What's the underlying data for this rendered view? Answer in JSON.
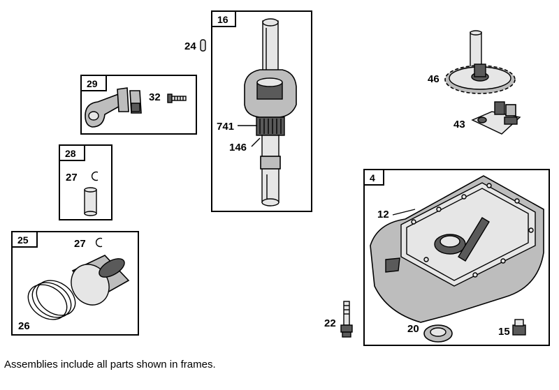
{
  "assemblies": [
    {
      "tag": "16",
      "name": "crankshaft"
    },
    {
      "tag": "29",
      "name": "connecting-rod"
    },
    {
      "tag": "28",
      "name": "piston-pin"
    },
    {
      "tag": "25",
      "name": "piston-rings"
    },
    {
      "tag": "4",
      "name": "sump"
    }
  ],
  "callouts": {
    "p24": "24",
    "p32": "32",
    "p27a": "27",
    "p27b": "27",
    "p741": "741",
    "p146": "146",
    "p26": "26",
    "p46": "46",
    "p43": "43",
    "p12": "12",
    "p22": "22",
    "p20": "20",
    "p15": "15"
  },
  "footnote": "Assemblies include all parts shown in frames."
}
